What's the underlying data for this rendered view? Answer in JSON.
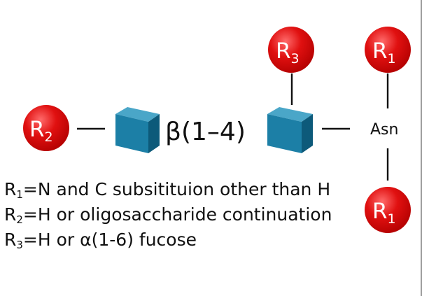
{
  "colors": {
    "sphere_dark": "#c40000",
    "sphere_mid": "#e01010",
    "sphere_light": "#ff6a6a",
    "cube_top": "#4aa6c8",
    "cube_front": "#1c7fa6",
    "cube_side": "#0d5a7a",
    "line": "#111111"
  },
  "icons": {
    "sugar": "blue-cube-icon",
    "substituent": "red-sphere-icon"
  },
  "nodes": {
    "r2": {
      "base": "R",
      "sub": "2"
    },
    "r3": {
      "base": "R",
      "sub": "3"
    },
    "r1_top": {
      "base": "R",
      "sub": "1"
    },
    "r1_bottom": {
      "base": "R",
      "sub": "1"
    },
    "asn": "Asn"
  },
  "linkage": "β(1–4)",
  "legend": [
    {
      "base": "R",
      "sub": "1",
      "text": "=N and C subsitituion other than H"
    },
    {
      "base": "R",
      "sub": "2",
      "text": "=H or oligosaccharide continuation"
    },
    {
      "base": "R",
      "sub": "3",
      "text": "=H or α(1-6) fucose"
    }
  ]
}
